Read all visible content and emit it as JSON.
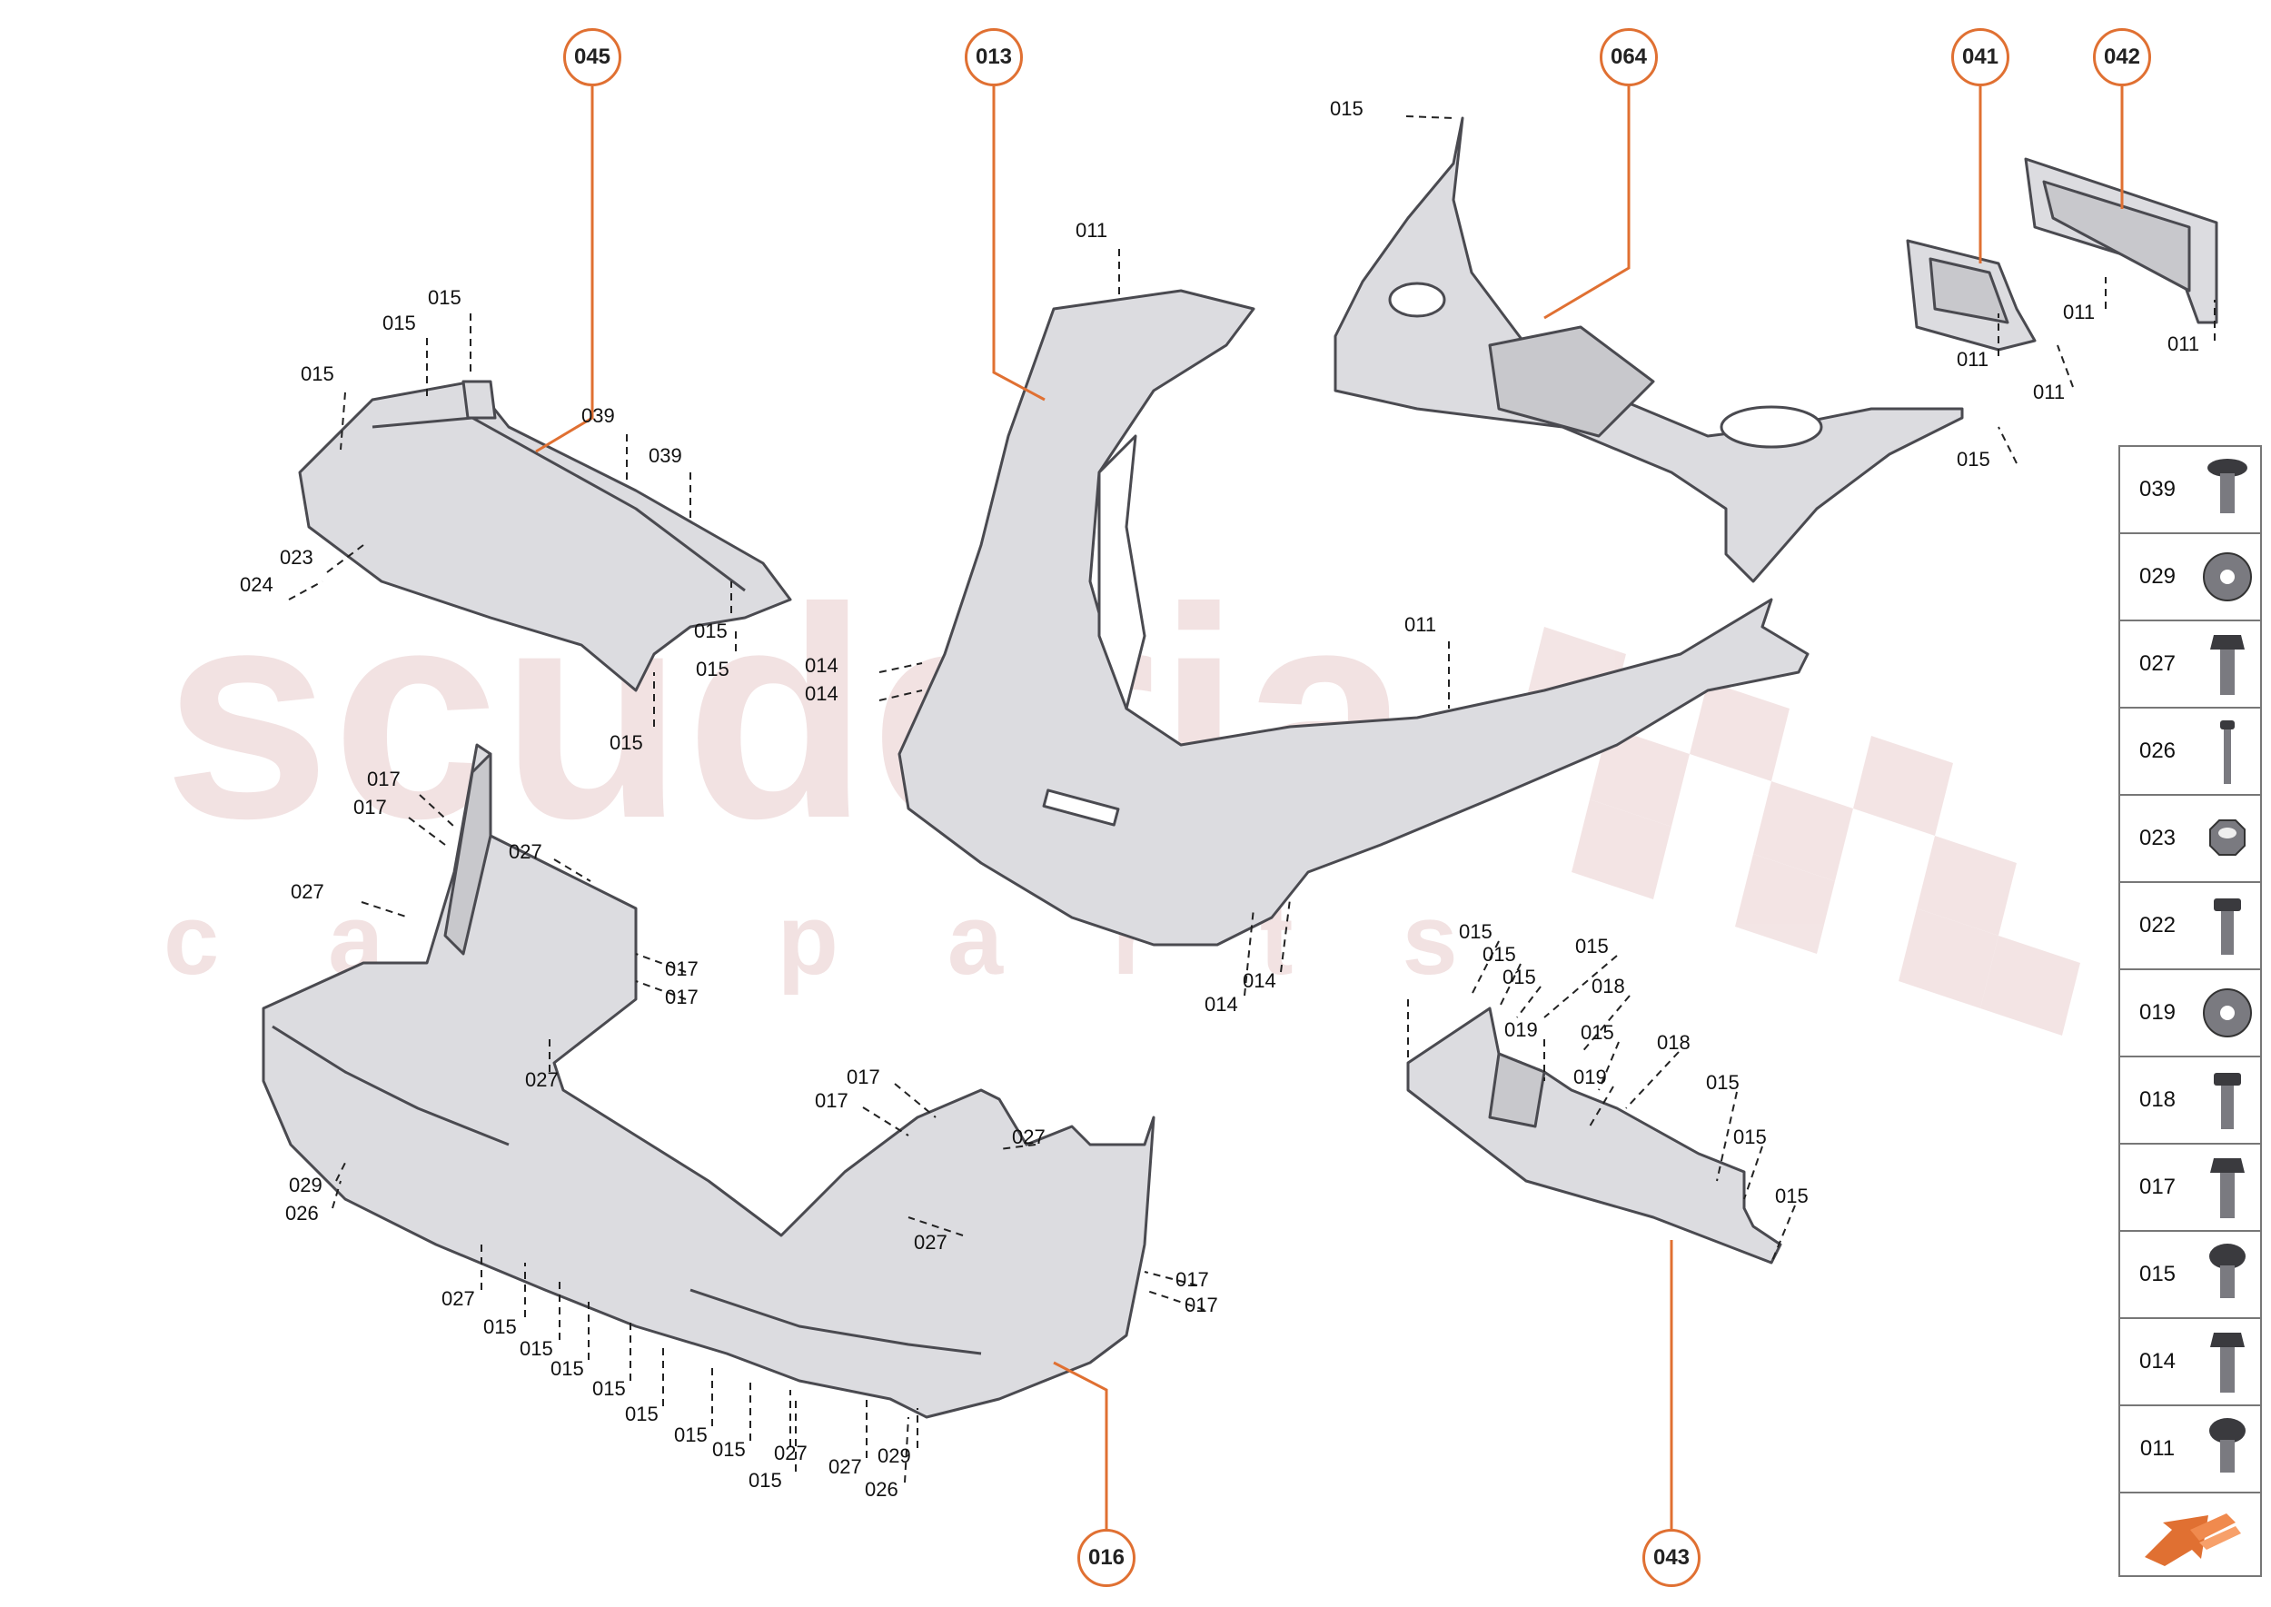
{
  "watermark": {
    "main": "scuderia",
    "sub": "car parts"
  },
  "colors": {
    "accent": "#e07032",
    "part_fill": "#dcdce0",
    "part_stroke": "#4a4a50",
    "legend_border": "#777777"
  },
  "callouts": [
    {
      "id": "045",
      "label": "045"
    },
    {
      "id": "013",
      "label": "013"
    },
    {
      "id": "064",
      "label": "064"
    },
    {
      "id": "041",
      "label": "041"
    },
    {
      "id": "042",
      "label": "042"
    },
    {
      "id": "016",
      "label": "016"
    },
    {
      "id": "043",
      "label": "043"
    }
  ],
  "part_labels": [
    "015",
    "015",
    "015",
    "039",
    "039",
    "023",
    "024",
    "015",
    "015",
    "015",
    "011",
    "014",
    "014",
    "011",
    "015",
    "015",
    "011",
    "011",
    "011",
    "011",
    "017",
    "017",
    "027",
    "027",
    "017",
    "017",
    "027",
    "029",
    "026",
    "017",
    "017",
    "027",
    "027",
    "017",
    "017",
    "027",
    "015",
    "015",
    "015",
    "015",
    "015",
    "015",
    "015",
    "027",
    "015",
    "027",
    "029",
    "026",
    "015",
    "015",
    "015",
    "015",
    "018",
    "019",
    "015",
    "018",
    "019",
    "015",
    "015",
    "015",
    "014",
    "014"
  ],
  "legend": {
    "items": [
      {
        "code": "039",
        "icon": "flanged-bolt-icon"
      },
      {
        "code": "029",
        "icon": "washer-icon"
      },
      {
        "code": "027",
        "icon": "hex-bolt-icon"
      },
      {
        "code": "026",
        "icon": "long-screw-icon"
      },
      {
        "code": "023",
        "icon": "nut-icon"
      },
      {
        "code": "022",
        "icon": "screw-icon"
      },
      {
        "code": "019",
        "icon": "washer-icon"
      },
      {
        "code": "018",
        "icon": "screw-icon"
      },
      {
        "code": "017",
        "icon": "hex-bolt-icon"
      },
      {
        "code": "015",
        "icon": "torx-bolt-icon"
      },
      {
        "code": "014",
        "icon": "hex-bolt-icon"
      },
      {
        "code": "011",
        "icon": "torx-bolt-icon"
      }
    ],
    "nav_icon": "next-page-arrow-icon"
  }
}
